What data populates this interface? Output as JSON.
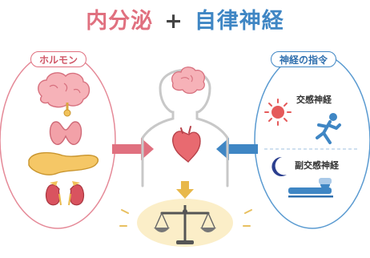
{
  "title": {
    "left": "内分泌",
    "plus": "+",
    "right": "自律神経"
  },
  "left_panel": {
    "label": "ホルモン"
  },
  "right_panel": {
    "label": "神経の指令",
    "items": [
      {
        "label": "交感神経"
      },
      {
        "label": "副交感神経"
      }
    ]
  },
  "colors": {
    "pink_accent": "#e0707f",
    "blue_accent": "#3f86c4",
    "gold_accent": "#e8b84a",
    "scale_glow": "#fbeec8",
    "outline": "#bfbfbf"
  },
  "icons": {
    "left_organs": [
      "brain-pituitary-icon",
      "thyroid-icon",
      "pancreas-icon",
      "kidneys-adrenal-icon"
    ],
    "center": [
      "human-silhouette-icon",
      "brain-icon",
      "heart-icon",
      "balance-scale-icon"
    ],
    "right": [
      "sun-icon",
      "running-person-icon",
      "moon-icon",
      "lying-person-icon"
    ]
  }
}
